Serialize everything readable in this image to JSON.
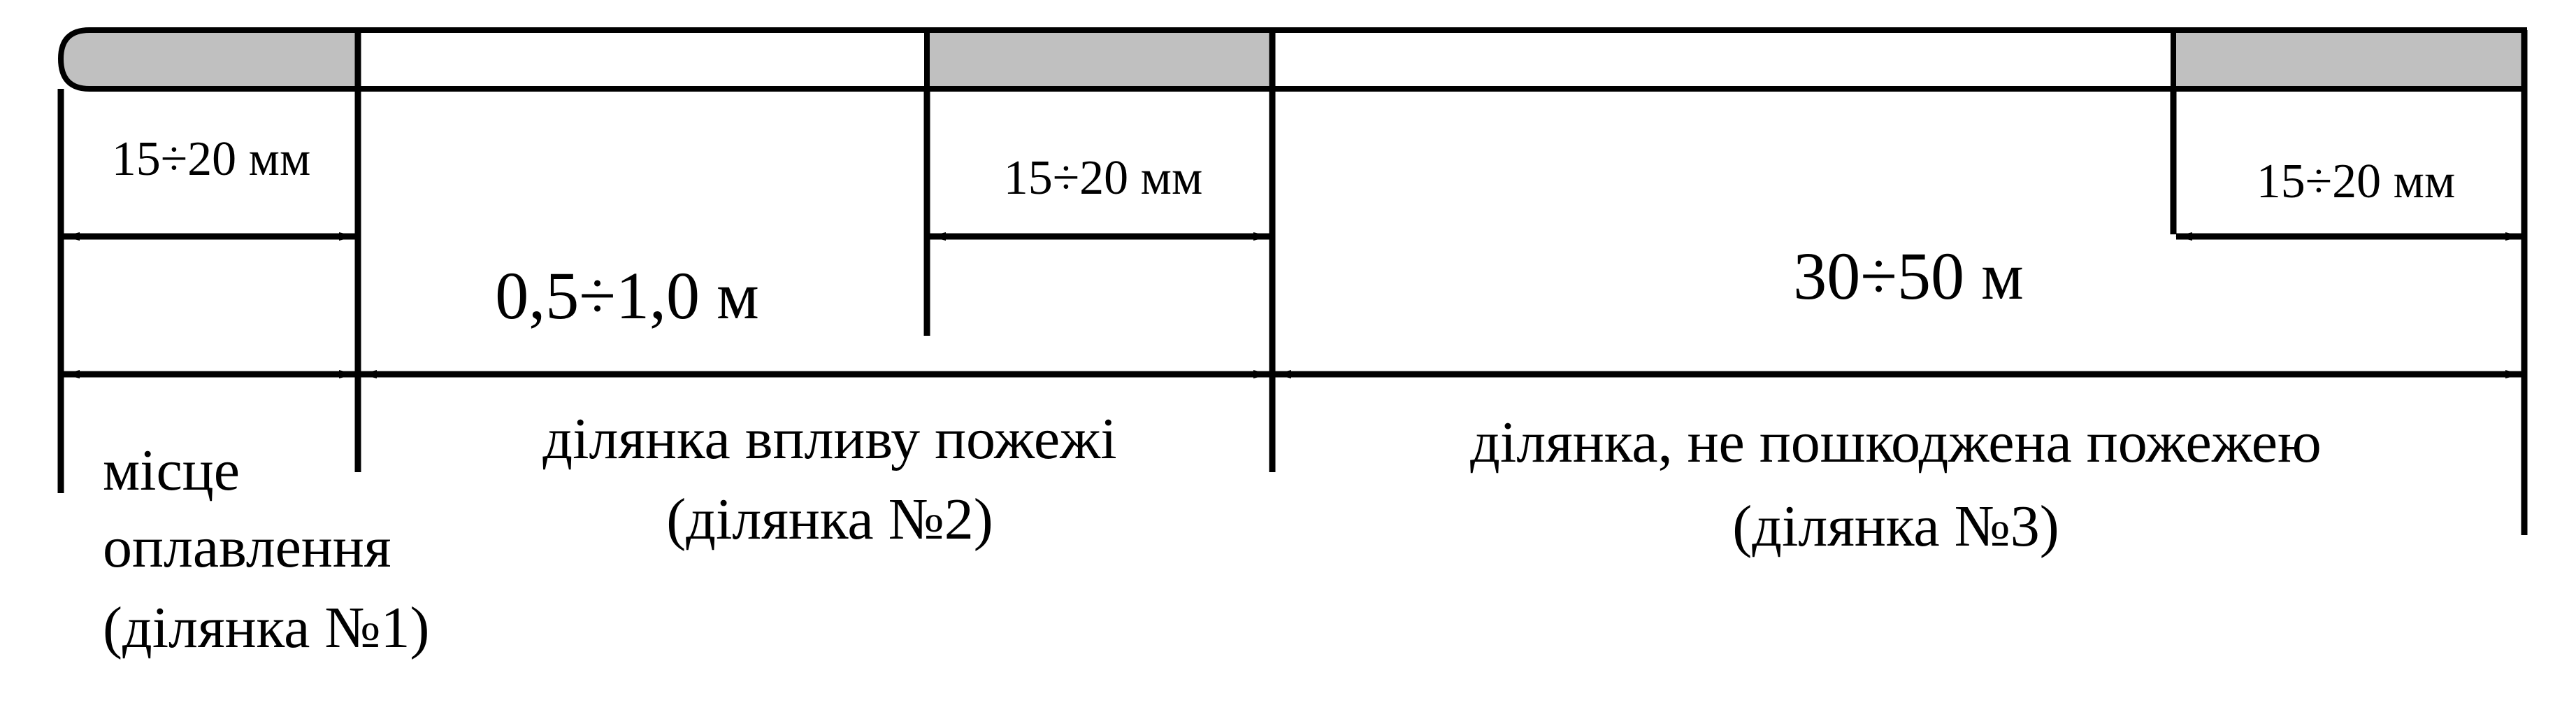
{
  "colors": {
    "line": "#000000",
    "fill_shaded": "#c0c0c0",
    "fill_plain": "#ffffff"
  },
  "dimensions": {
    "small_1": "15÷20 мм",
    "small_2": "15÷20 мм",
    "small_3": "15÷20 мм",
    "zone2_length": "0,5÷1,0 м",
    "zone3_length": "30÷50 м"
  },
  "zones": {
    "zone1": {
      "line1": "місце",
      "line2": "оплавлення",
      "line3": "(ділянка №1)"
    },
    "zone2": {
      "line1": "ділянка впливу пожежі",
      "line2": "(ділянка №2)"
    },
    "zone3": {
      "line1": "ділянка, не пошкоджена пожежею",
      "line2": "(ділянка №3)"
    }
  }
}
